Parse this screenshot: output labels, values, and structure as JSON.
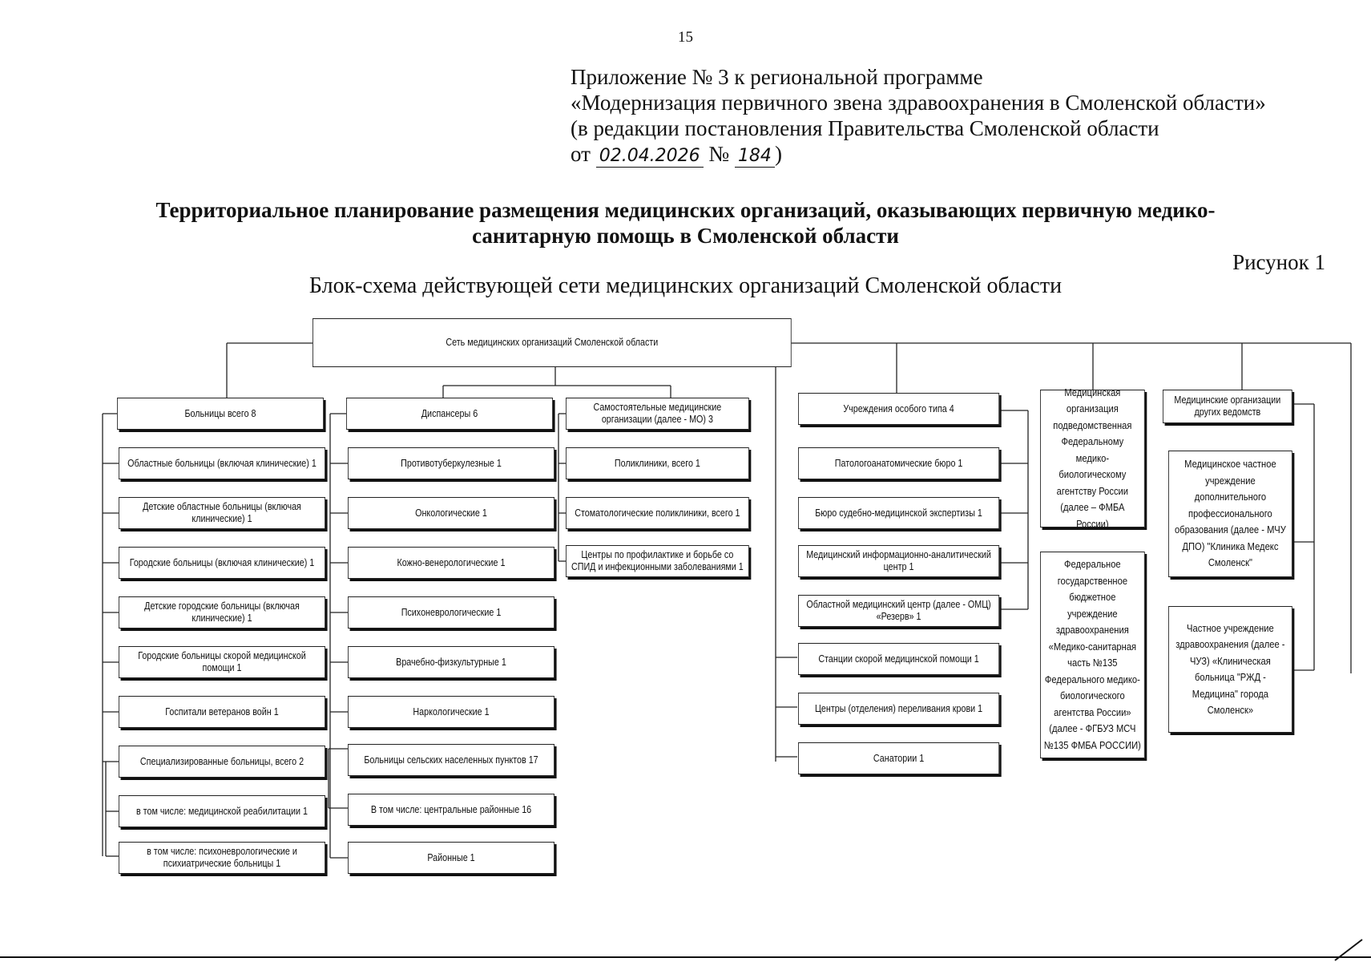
{
  "page_number": "15",
  "appendix": {
    "line1": "Приложение № 3 к региональной программе",
    "line2": "«Модернизация первичного звена здравоохранения в Смоленской области»",
    "line3": "(в редакции постановления Правительства Смоленской области",
    "line4_prefix": "от",
    "date_handwritten": "02.04.2026",
    "number_sign": "№",
    "number_handwritten": "184",
    "line4_suffix": ")"
  },
  "title": {
    "line1": "Территориальное планирование размещения медицинских организаций, оказывающих первичную медико-",
    "line2": "санитарную помощь в Смоленской области"
  },
  "figure_label": "Рисунок 1",
  "scheme_title": "Блок-схема действующей сети медицинских организаций Смоленской области",
  "diagram": {
    "root": "Сеть медицинских организаций Смоленской области",
    "hospitals": {
      "header": "Больницы всего 8",
      "items": [
        "Областные больницы (включая клинические) 1",
        "Детские областные больницы (включая клинические) 1",
        "Городские больницы (включая клинические) 1",
        "Детские городские больницы (включая клинические) 1",
        "Городские больницы скорой медицинской помощи 1",
        "Госпитали ветеранов войн 1",
        "Специализированные больницы, всего 2",
        "в том числе: медицинской реабилитации 1",
        "в том числе: психоневрологические и психиатрические больницы 1"
      ]
    },
    "dispensaries": {
      "header": "Диспансеры 6",
      "items": [
        "Противотуберкулезные 1",
        "Онкологические 1",
        "Кожно-венерологические 1",
        "Психоневрологические 1",
        "Врачебно-физкультурные 1",
        "Наркологические 1",
        "Больницы сельских населенных пунктов 17",
        "В том числе: центральные районные 16",
        "Районные 1"
      ]
    },
    "independent": {
      "header": "Самостоятельные медицинские организации (далее - МО) 3",
      "items": [
        "Поликлиники, всего 1",
        "Стоматологические поликлиники, всего 1",
        "Центры по профилактике и борьбе со СПИД и инфекционными заболеваниями 1"
      ]
    },
    "special": {
      "header": "Учреждения особого типа 4",
      "items": [
        "Патологоанатомические бюро 1",
        "Бюро судебно-медицинской экспертизы 1",
        "Медицинский информационно-аналитический центр 1",
        "Областной медицинский центр (далее - ОМЦ) «Резерв» 1",
        "Станции скорой медицинской помощи 1",
        "Центры (отделения) переливания крови 1",
        "Санатории 1"
      ]
    },
    "fmba": {
      "header": "Медицинская организация подведомственная Федеральному медико-биологическому агентству России (далее – ФМБА России)",
      "items": [
        "Федеральное государственное бюджетное учреждение здравоохранения «Медико-санитарная часть №135 Федерального медико-биологического агентства России» (далее - ФГБУЗ МСЧ №135 ФМБА РОССИИ)"
      ]
    },
    "other": {
      "header": "Медицинские организации других ведомств",
      "items": [
        "Медицинское частное учреждение дополнительного профессионального образования (далее - МЧУ ДПО) \"Клиника Медекс Смоленск\"",
        "Частное учреждение здравоохранения (далее - ЧУЗ) «Клиническая больница \"РЖД - Медицина\" города Смоленск»"
      ]
    }
  }
}
